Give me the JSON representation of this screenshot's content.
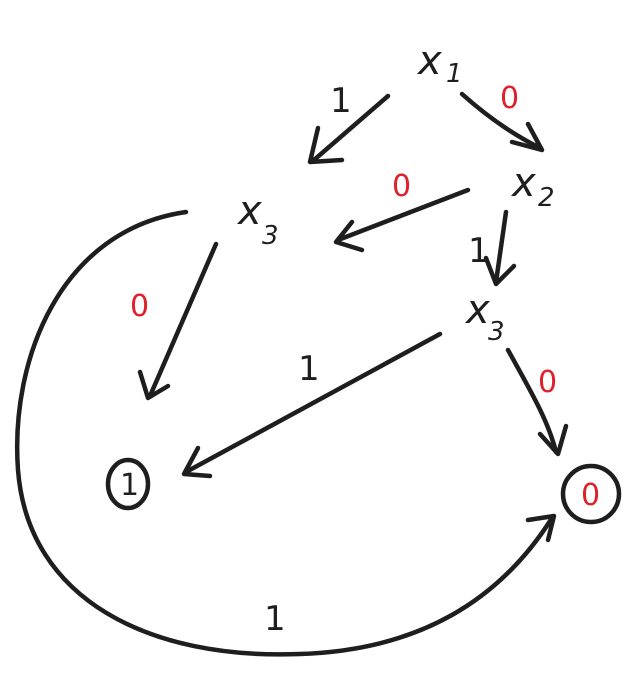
{
  "nodes": {
    "x1": {
      "var": "x",
      "sub": "1"
    },
    "x2": {
      "var": "x",
      "sub": "2"
    },
    "x3_left": {
      "var": "x",
      "sub": "3"
    },
    "x3_right": {
      "var": "x",
      "sub": "3"
    }
  },
  "terminals": {
    "one": "1",
    "zero": "0"
  },
  "edges": {
    "x1_to_x3_left": "1",
    "x1_to_x2": "0",
    "x2_to_x3_left": "0",
    "x2_to_x3_right": "1",
    "x3_left_to_one": "0",
    "x3_left_to_zero": "1",
    "x3_right_to_one": "1",
    "x3_right_to_zero": "0"
  },
  "colors": {
    "ink": "#1e1e1e",
    "zero_edge_label": "#e0202a"
  }
}
